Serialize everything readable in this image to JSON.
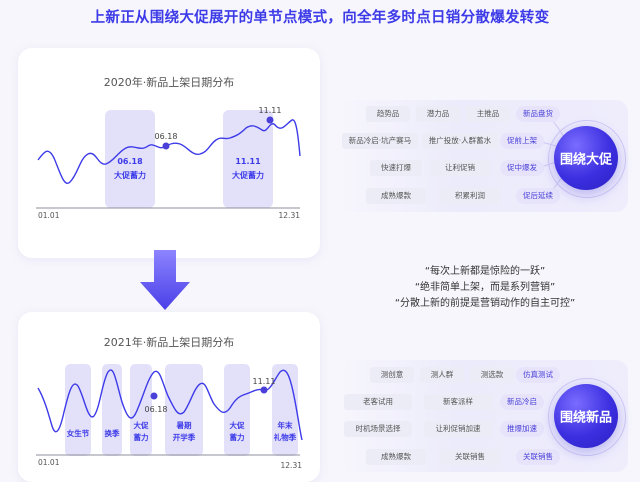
{
  "headline": "上新正从围绕大促展开的单节点模式，向全年多时点日销分散爆发转变",
  "chart_2020": {
    "title": "2020年·新品上架日期分布",
    "x_start": "01.01",
    "x_end": "12.31",
    "markers": [
      "06.18",
      "11.11"
    ],
    "bands": [
      {
        "line1": "06.18",
        "line2": "大促蓄力"
      },
      {
        "line1": "11.11",
        "line2": "大促蓄力"
      }
    ]
  },
  "chart_2021": {
    "title": "2021年·新品上架日期分布",
    "x_start": "01.01",
    "x_end": "12.31",
    "markers": [
      "06.18",
      "11.11"
    ],
    "bands": [
      {
        "line1": "女生节",
        "line2": ""
      },
      {
        "line1": "换季",
        "line2": ""
      },
      {
        "line1": "大促",
        "line2": "蓄力"
      },
      {
        "line1": "暑期",
        "line2": "开学季"
      },
      {
        "line1": "大促",
        "line2": "蓄力"
      },
      {
        "line1": "年末",
        "line2": "礼物季"
      }
    ]
  },
  "panel_top": {
    "circle": "围绕大促",
    "rows": [
      {
        "chips": [
          "趋势品",
          "潜力品",
          "主推品"
        ],
        "pill": "新品盘货"
      },
      {
        "chips": [
          "新品冷启·坑产赛马",
          "推广投放·人群蓄水"
        ],
        "pill": "促前上架"
      },
      {
        "chips": [
          "快速打爆",
          "让利促销"
        ],
        "pill": "促中爆发"
      },
      {
        "chips": [
          "成熟爆款",
          "积累利润"
        ],
        "pill": "促后延续"
      }
    ]
  },
  "quotes": [
    "“每次上新都是惊险的一跃”",
    "“绝非简单上架，而是系列营销”",
    "“分散上新的前提是营销动作的自主可控”"
  ],
  "panel_bottom": {
    "circle": "围绕新品",
    "rows": [
      {
        "chips": [
          "测创意",
          "测人群",
          "测选款"
        ],
        "pill": "仿真测试"
      },
      {
        "chips": [
          "老客试用",
          "新客派样"
        ],
        "pill": "新品冷启"
      },
      {
        "chips": [
          "时机场景选择",
          "让利促销加速"
        ],
        "pill": "推爆加速"
      },
      {
        "chips": [
          "成熟爆款",
          "关联销售"
        ],
        "pill": "关联销售"
      }
    ]
  }
}
